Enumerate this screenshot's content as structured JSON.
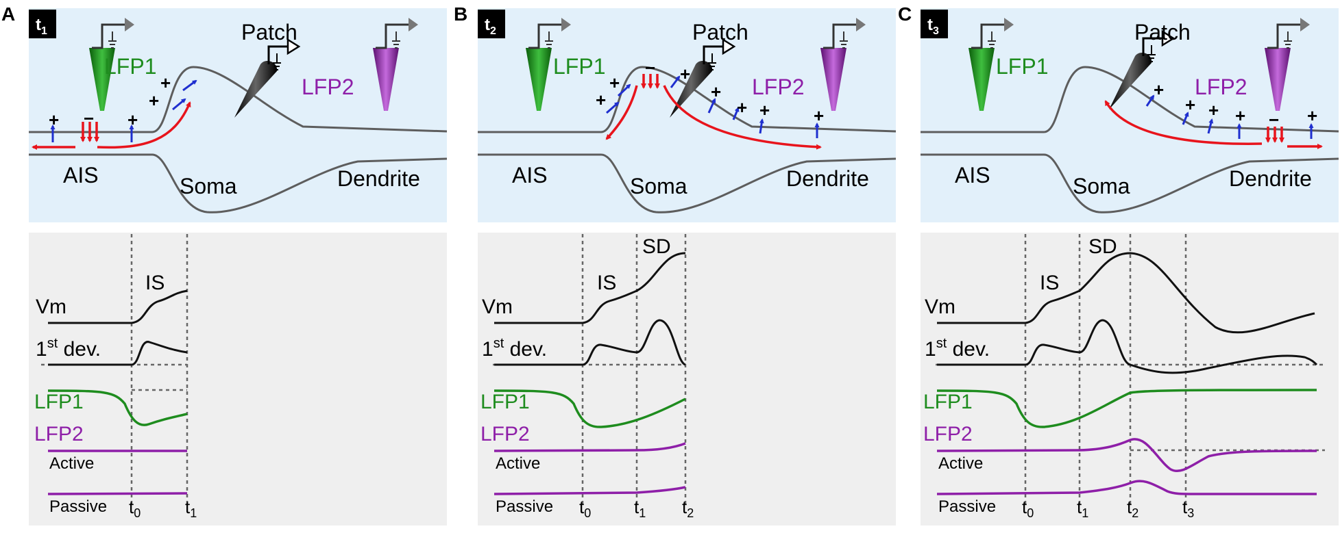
{
  "panels": [
    {
      "letter": "A",
      "time": "t",
      "time_sub": "1",
      "labels": {
        "lfp1": "LFP1",
        "lfp2": "LFP2",
        "patch": "Patch",
        "ais": "AIS",
        "soma": "Soma",
        "dendrite": "Dendrite"
      },
      "traces": {
        "vm": "Vm",
        "dev": "1",
        "dev_sup": "st",
        "dev_rest": " dev.",
        "lfp1": "LFP1",
        "lfp2": "LFP2",
        "active": "Active",
        "passive": "Passive",
        "is": "IS",
        "sd": ""
      },
      "ticks": [
        {
          "t": "t",
          "sub": "0"
        },
        {
          "t": "t",
          "sub": "1"
        }
      ]
    },
    {
      "letter": "B",
      "time": "t",
      "time_sub": "2",
      "labels": {
        "lfp1": "LFP1",
        "lfp2": "LFP2",
        "patch": "Patch",
        "ais": "AIS",
        "soma": "Soma",
        "dendrite": "Dendrite"
      },
      "traces": {
        "vm": "Vm",
        "dev": "1",
        "dev_sup": "st",
        "dev_rest": " dev.",
        "lfp1": "LFP1",
        "lfp2": "LFP2",
        "active": "Active",
        "passive": "Passive",
        "is": "IS",
        "sd": "SD"
      },
      "ticks": [
        {
          "t": "t",
          "sub": "0"
        },
        {
          "t": "t",
          "sub": "1"
        },
        {
          "t": "t",
          "sub": "2"
        }
      ]
    },
    {
      "letter": "C",
      "time": "t",
      "time_sub": "3",
      "labels": {
        "lfp1": "LFP1",
        "lfp2": "LFP2",
        "patch": "Patch",
        "ais": "AIS",
        "soma": "Soma",
        "dendrite": "Dendrite"
      },
      "traces": {
        "vm": "Vm",
        "dev": "1",
        "dev_sup": "st",
        "dev_rest": " dev.",
        "lfp1": "LFP1",
        "lfp2": "LFP2",
        "active": "Active",
        "passive": "Passive",
        "is": "IS",
        "sd": "SD"
      },
      "ticks": [
        {
          "t": "t",
          "sub": "0"
        },
        {
          "t": "t",
          "sub": "1"
        },
        {
          "t": "t",
          "sub": "2"
        },
        {
          "t": "t",
          "sub": "3"
        }
      ]
    }
  ],
  "symbols": {
    "plus": "+",
    "minus": "−"
  },
  "colors": {
    "top_bg": "#e2f0fa",
    "bottom_bg": "#efefef",
    "membrane": "#5d5d5d",
    "lfp1": "#1e8c1e",
    "lfp2": "#8e1fa8",
    "trace": "#111111",
    "current": "#e8141c",
    "charge_arrow": "#1f2fcf",
    "label_box": "#000000"
  }
}
